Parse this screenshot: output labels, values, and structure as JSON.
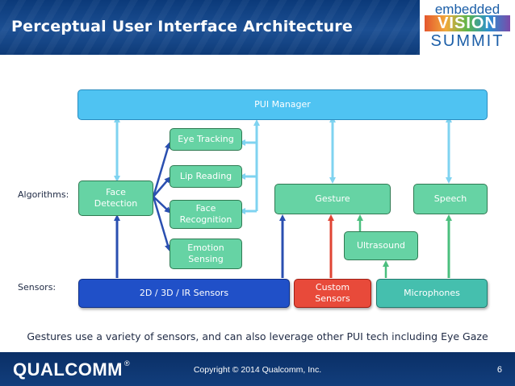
{
  "header": {
    "title": "Perceptual User Interface Architecture",
    "logo_lines": [
      "embedded",
      "VISION",
      "SUMMIT"
    ]
  },
  "diagram": {
    "pui_manager": "PUI Manager",
    "row_labels": {
      "algorithms": "Algorithms:",
      "sensors": "Sensors:"
    },
    "algorithms": {
      "face_detection": "Face\nDetection",
      "eye_tracking": "Eye Tracking",
      "lip_reading": "Lip Reading",
      "face_recognition": "Face\nRecognition",
      "emotion_sensing": "Emotion\nSensing",
      "gesture": "Gesture",
      "speech": "Speech",
      "ultrasound": "Ultrasound"
    },
    "sensors": {
      "ir_sensors": "2D / 3D / IR Sensors",
      "custom_sensors": "Custom\nSensors",
      "microphones": "Microphones"
    },
    "colors": {
      "algorithm_box": "#66d3a4",
      "pui_manager": "#4fc3f2",
      "sensor_box": "#2050c8",
      "custom_sensor_box": "#e84a3a",
      "microphone_box": "#45bfae",
      "arrow_light_blue": "#7fd3f0",
      "arrow_dark_blue": "#2a4fb0",
      "arrow_red": "#e04434",
      "arrow_green": "#4bbf7e"
    }
  },
  "caption": "Gestures use a variety of sensors, and can also leverage other PUI tech including Eye Gaze",
  "footer": {
    "company": "QUALCOMM",
    "copyright": "Copyright © 2014 Qualcomm, Inc.",
    "page_number": "6"
  }
}
